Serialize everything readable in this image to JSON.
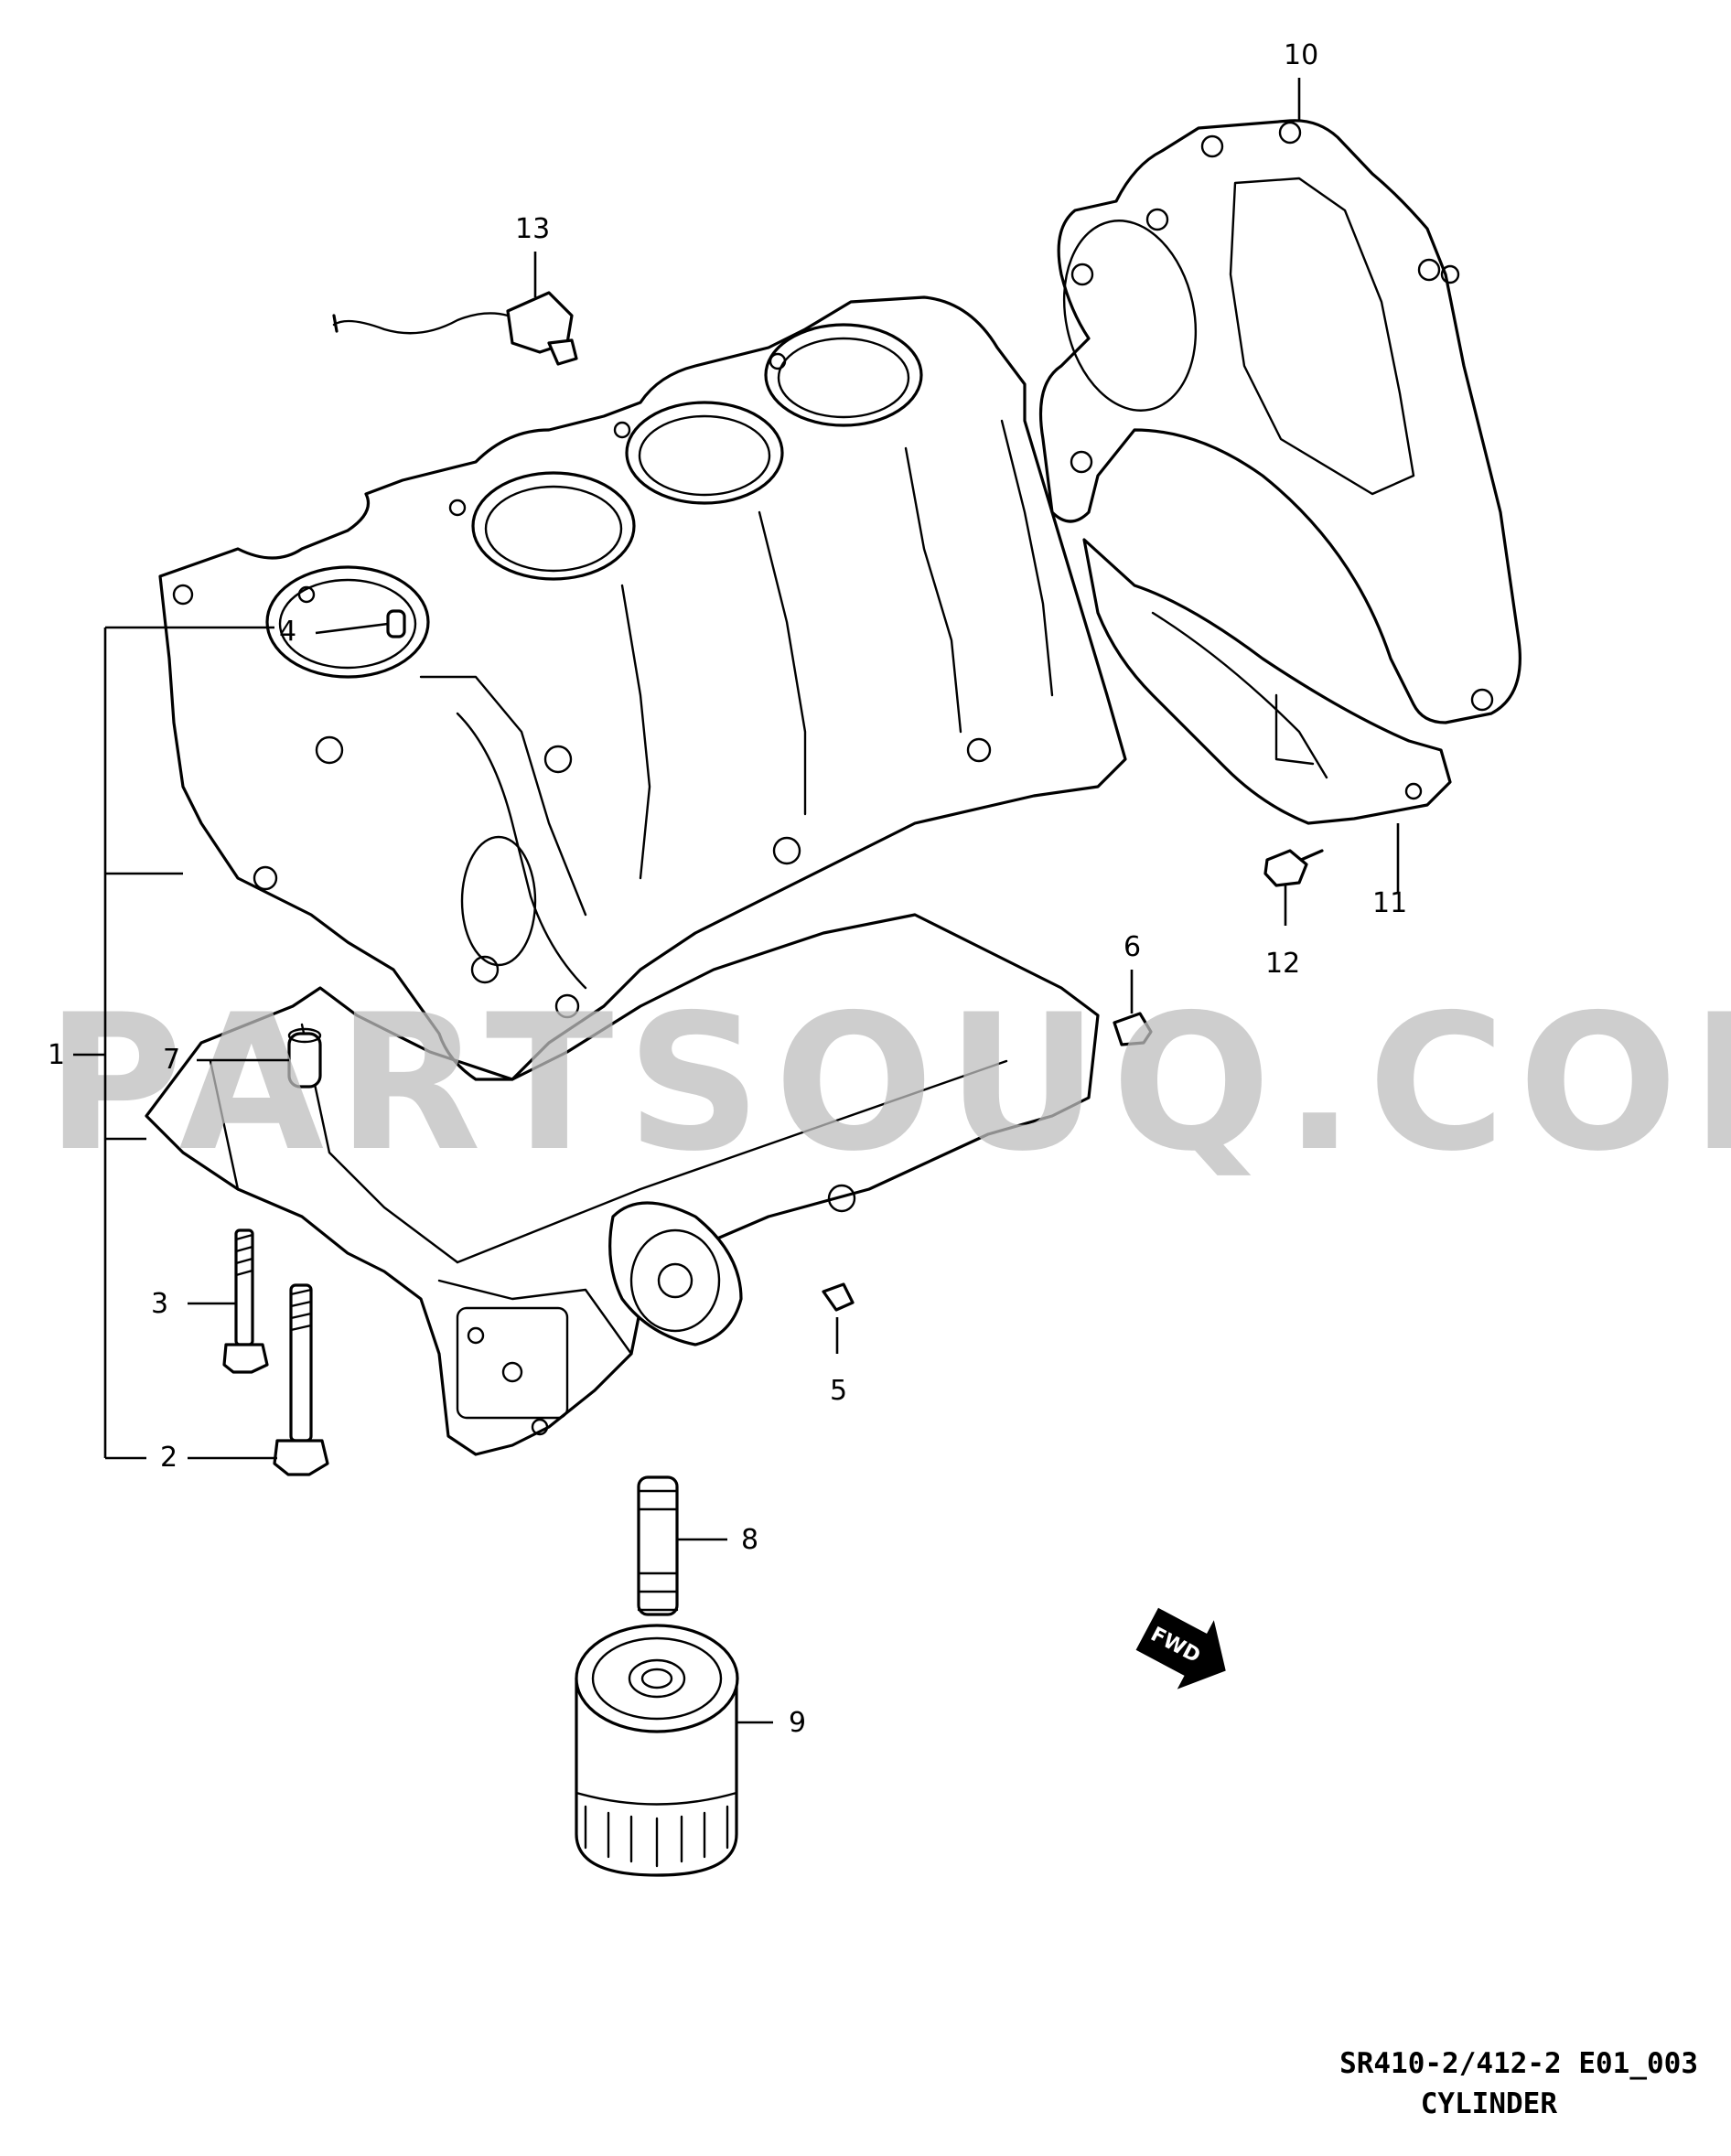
{
  "watermark": "PARTSOUQ.COM",
  "callouts": [
    {
      "id": "1",
      "label": "1"
    },
    {
      "id": "2",
      "label": "2"
    },
    {
      "id": "3",
      "label": "3"
    },
    {
      "id": "4",
      "label": "4"
    },
    {
      "id": "5",
      "label": "5"
    },
    {
      "id": "6",
      "label": "6"
    },
    {
      "id": "7",
      "label": "7"
    },
    {
      "id": "8",
      "label": "8"
    },
    {
      "id": "9",
      "label": "9"
    },
    {
      "id": "10",
      "label": "10"
    },
    {
      "id": "11",
      "label": "11"
    },
    {
      "id": "12",
      "label": "12"
    },
    {
      "id": "13",
      "label": "13"
    }
  ],
  "fwd_marker": "FWD",
  "footer": {
    "code": "SR410-2/412-2 E01_003",
    "title": "CYLINDER"
  }
}
